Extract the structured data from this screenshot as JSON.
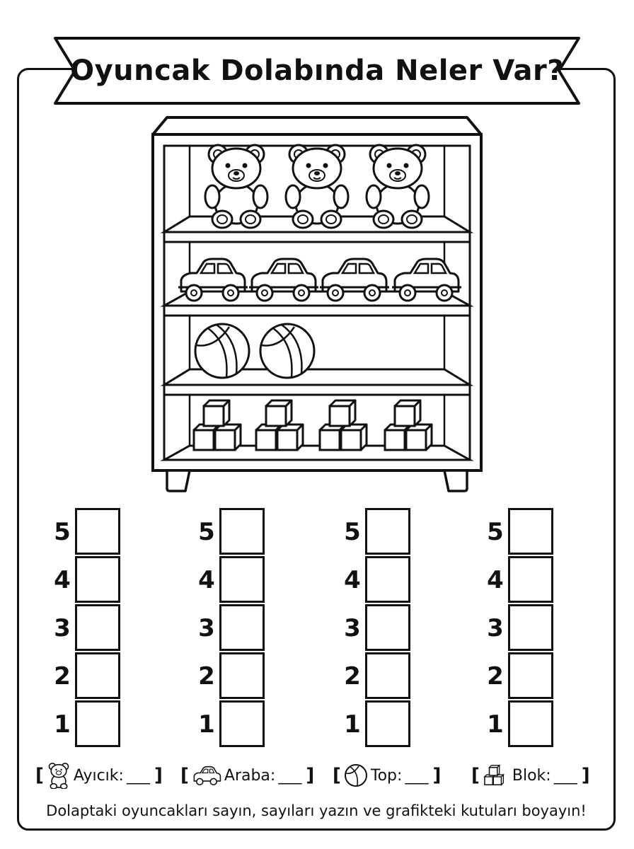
{
  "title": "Oyuncak Dolabında Neler Var?",
  "shelves": [
    {
      "toy": "teddy-bear",
      "count": 3
    },
    {
      "toy": "car",
      "count": 4
    },
    {
      "toy": "ball",
      "count": 2
    },
    {
      "toy": "block-stack",
      "count": 4
    }
  ],
  "graph_columns": [
    {
      "name": "ayicik",
      "labels": [
        "5",
        "4",
        "3",
        "2",
        "1"
      ]
    },
    {
      "name": "araba",
      "labels": [
        "5",
        "4",
        "3",
        "2",
        "1"
      ]
    },
    {
      "name": "top",
      "labels": [
        "5",
        "4",
        "3",
        "2",
        "1"
      ]
    },
    {
      "name": "blok",
      "labels": [
        "5",
        "4",
        "3",
        "2",
        "1"
      ]
    }
  ],
  "legend": [
    {
      "icon": "teddy-bear-icon",
      "label": "Ayıcık:",
      "blank": "___"
    },
    {
      "icon": "car-icon",
      "label": "Araba:",
      "blank": "___"
    },
    {
      "icon": "ball-icon",
      "label": "Top:",
      "blank": "___"
    },
    {
      "icon": "blocks-icon",
      "label": "Blok:",
      "blank": "___"
    }
  ],
  "instruction": "Dolaptaki oyuncakları sayın, sayıları yazın ve grafikteki kutuları boyayın!",
  "colors": {
    "ink": "#111111",
    "paper": "#ffffff"
  }
}
